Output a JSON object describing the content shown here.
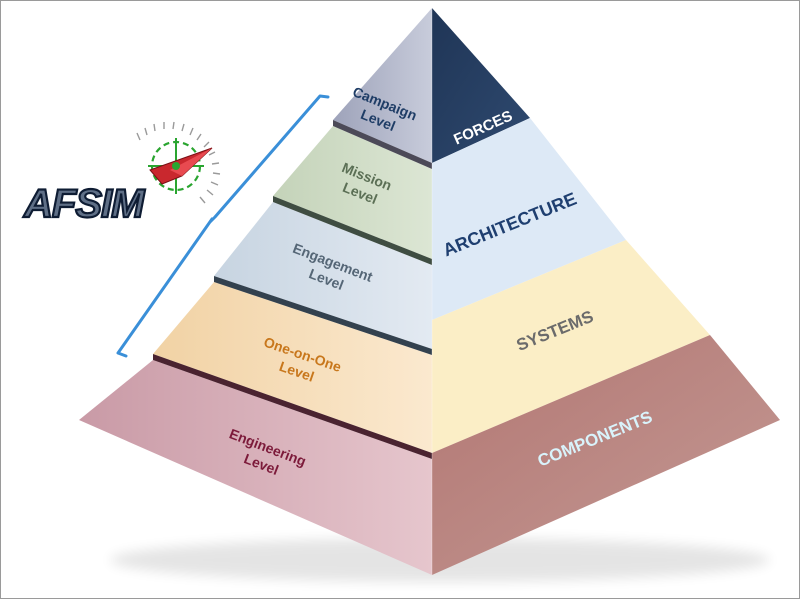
{
  "logo": {
    "text": "AFSIM"
  },
  "left_levels": [
    {
      "line1": "Campaign",
      "line2": "Level",
      "color": "#1f3d66"
    },
    {
      "line1": "Mission",
      "line2": "Level",
      "color": "#5b6f55"
    },
    {
      "line1": "Engagement",
      "line2": "Level",
      "color": "#556676"
    },
    {
      "line1": "One-on-One",
      "line2": "Level",
      "color": "#c8771c"
    },
    {
      "line1": "Engineering",
      "line2": "Level",
      "color": "#7c1a3a"
    }
  ],
  "right_labels": [
    {
      "text": "FORCES",
      "color": "#ffffff"
    },
    {
      "text": "ARCHITECTURE",
      "color": "#1f3f70"
    },
    {
      "text": "SYSTEMS",
      "color": "#6b6b6b"
    },
    {
      "text": "COMPONENTS",
      "color": "#d9f3fb"
    }
  ],
  "colors": {
    "bracket": "#3a8fd8",
    "forces_face": "#243b5b",
    "architecture_face": "#dce9f6",
    "systems_face": "#fbefc9",
    "components_face": "#b9807c",
    "campaign_face": "#b5b9cb",
    "mission_face": "#cfdcc6",
    "engagement_face": "#d6e0ea",
    "one_on_one_face": "#f6dcb4",
    "engineering_face": "#d7aab4",
    "divider": "#3b2630"
  }
}
